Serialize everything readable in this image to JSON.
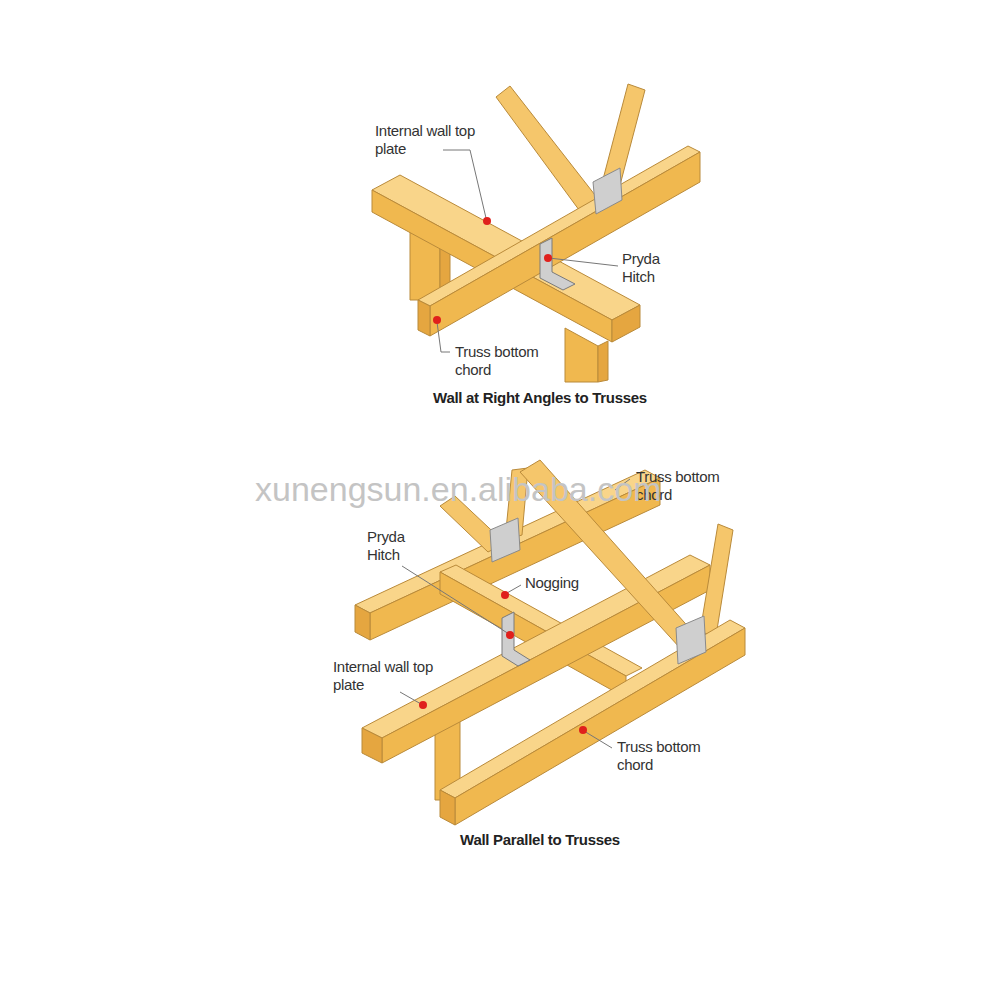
{
  "diagram": {
    "labels": [
      "Internal wall top plate",
      "Pryda Hitch",
      "Truss bottom chord",
      "Wall at Right Angles to Trusses",
      "Truss bottom chord",
      "Pryda Hitch",
      "Nogging",
      "Internal wall top plate",
      "Truss bottom chord",
      "Wall Parallel to Trusses",
      "xunengsun.en.alibaba.com"
    ]
  }
}
